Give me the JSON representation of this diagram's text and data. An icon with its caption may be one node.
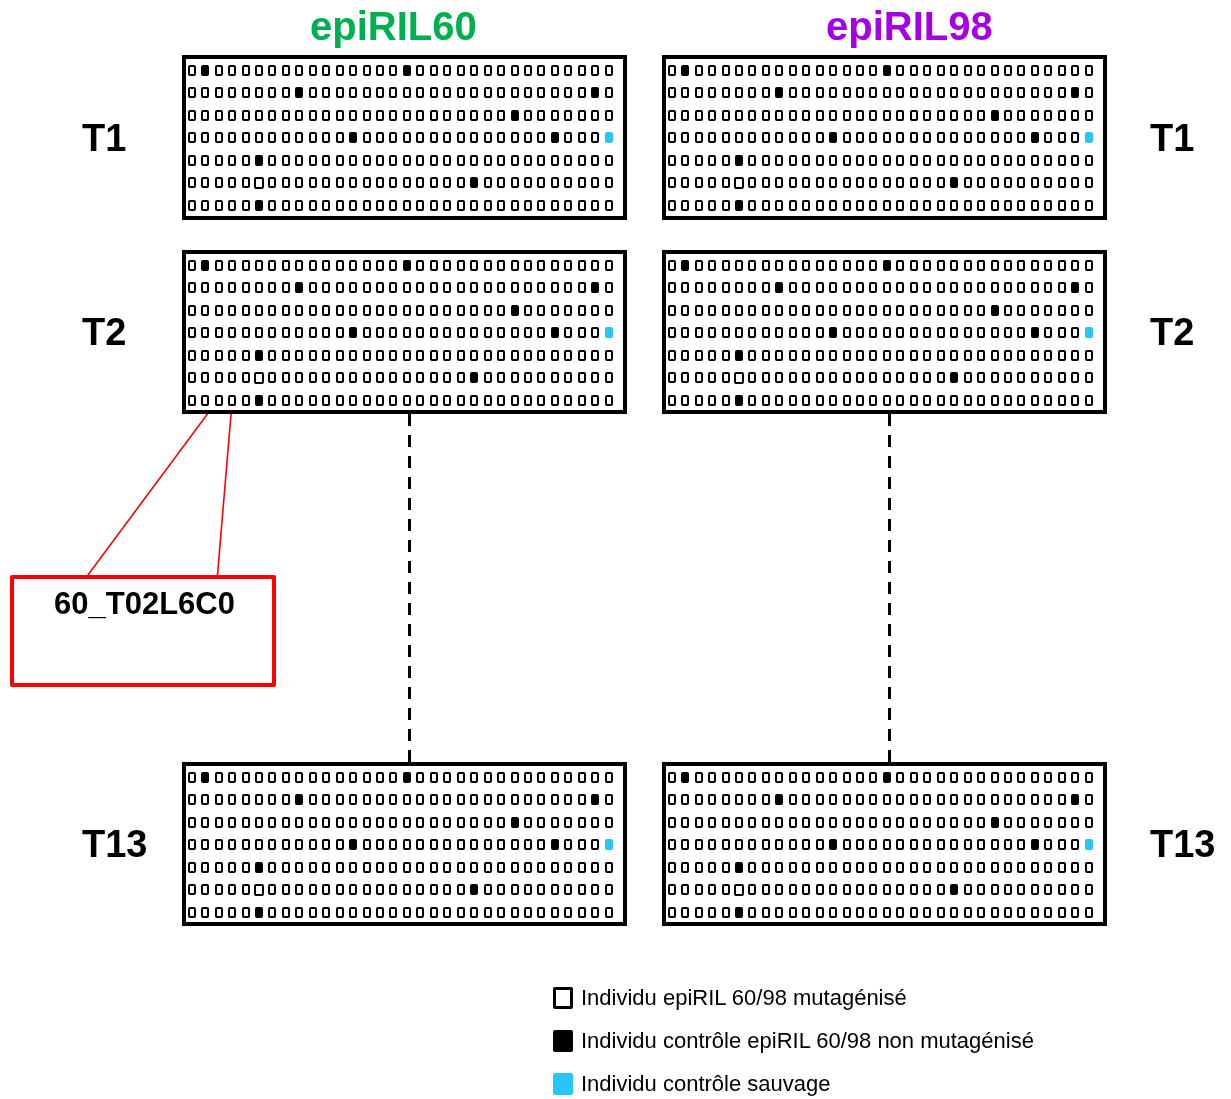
{
  "diagram": {
    "nodes": [
      {
        "text": [],
        "shape": "box",
        "beside": [
          "T1"
        ]
      },
      {
        "text": [],
        "shape": "box",
        "beside": [
          "T1"
        ]
      },
      {
        "text": [],
        "shape": "box",
        "beside": [
          "T2"
        ]
      },
      {
        "text": [],
        "shape": "box",
        "in": 2
      },
      {
        "text": [],
        "shape": "box",
        "beside": [
          "T2"
        ]
      },
      {
        "text": [
          "60_T02L6C0"
        ]
      },
      {
        "text": [],
        "shape": "box",
        "beside": [
          "T13"
        ]
      },
      {
        "text": [],
        "shape": "box",
        "beside": [
          "T13"
        ]
      }
    ],
    "edges": [
      {
        "from": 5,
        "to": 3,
        "arrow": "none",
        "color": "#ff0000"
      },
      {
        "from": 5,
        "to": 3,
        "arrow": "none",
        "color": "#ff0000"
      },
      {
        "from": 2,
        "to": 6,
        "arrow": "none",
        "style": "dashed",
        "color": "#000000"
      },
      {
        "from": 4,
        "to": 7,
        "arrow": "none",
        "style": "dashed",
        "color": "#000000"
      }
    ],
    "labels": [
      "epiRIL60",
      "epiRIL98"
    ],
    "legend": [
      {
        "text": "Individu epiRIL 60/98 mutagénisé"
      },
      {
        "text": "Individu contrôle epiRIL 60/98 non mutagénisé",
        "color": "#000000"
      },
      {
        "text": "Individu contrôle sauvage",
        "color": "#29c5f6"
      }
    ]
  }
}
